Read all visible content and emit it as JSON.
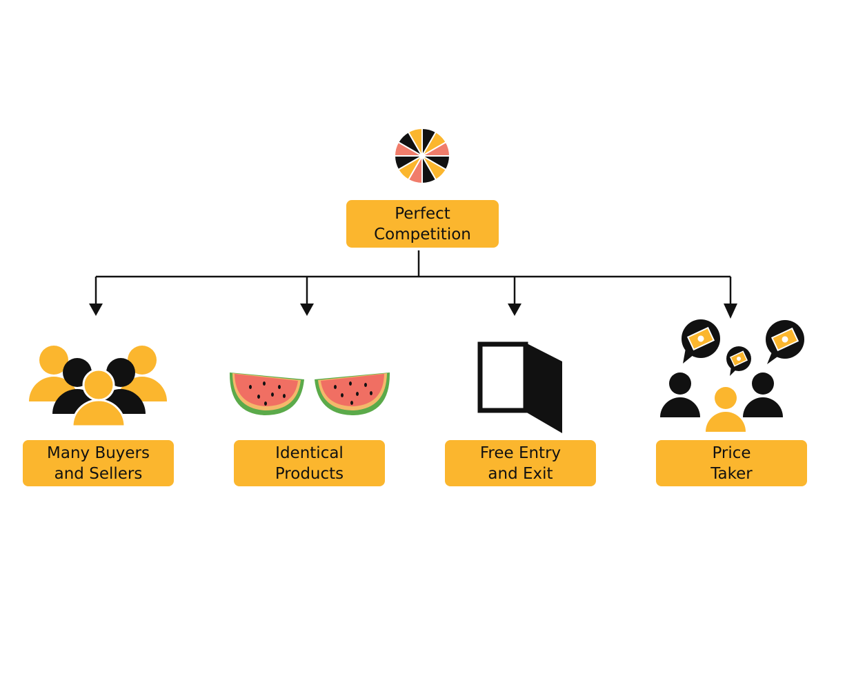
{
  "colors": {
    "accent": "#FBB62E",
    "dark": "#111111",
    "salmon": "#F07D6B",
    "watermelon_rind": "#5BAA4A",
    "watermelon_flesh": "#F06F63"
  },
  "root": {
    "label": "Perfect\nCompetition",
    "icon": "competition-wheel-icon"
  },
  "features": [
    {
      "label": "Many Buyers\nand Sellers",
      "icon": "crowd-icon"
    },
    {
      "label": "Identical\nProducts",
      "icon": "watermelon-slices-icon"
    },
    {
      "label": "Free Entry\nand Exit",
      "icon": "open-door-icon"
    },
    {
      "label": "Price\nTaker",
      "icon": "people-money-bubbles-icon"
    }
  ]
}
